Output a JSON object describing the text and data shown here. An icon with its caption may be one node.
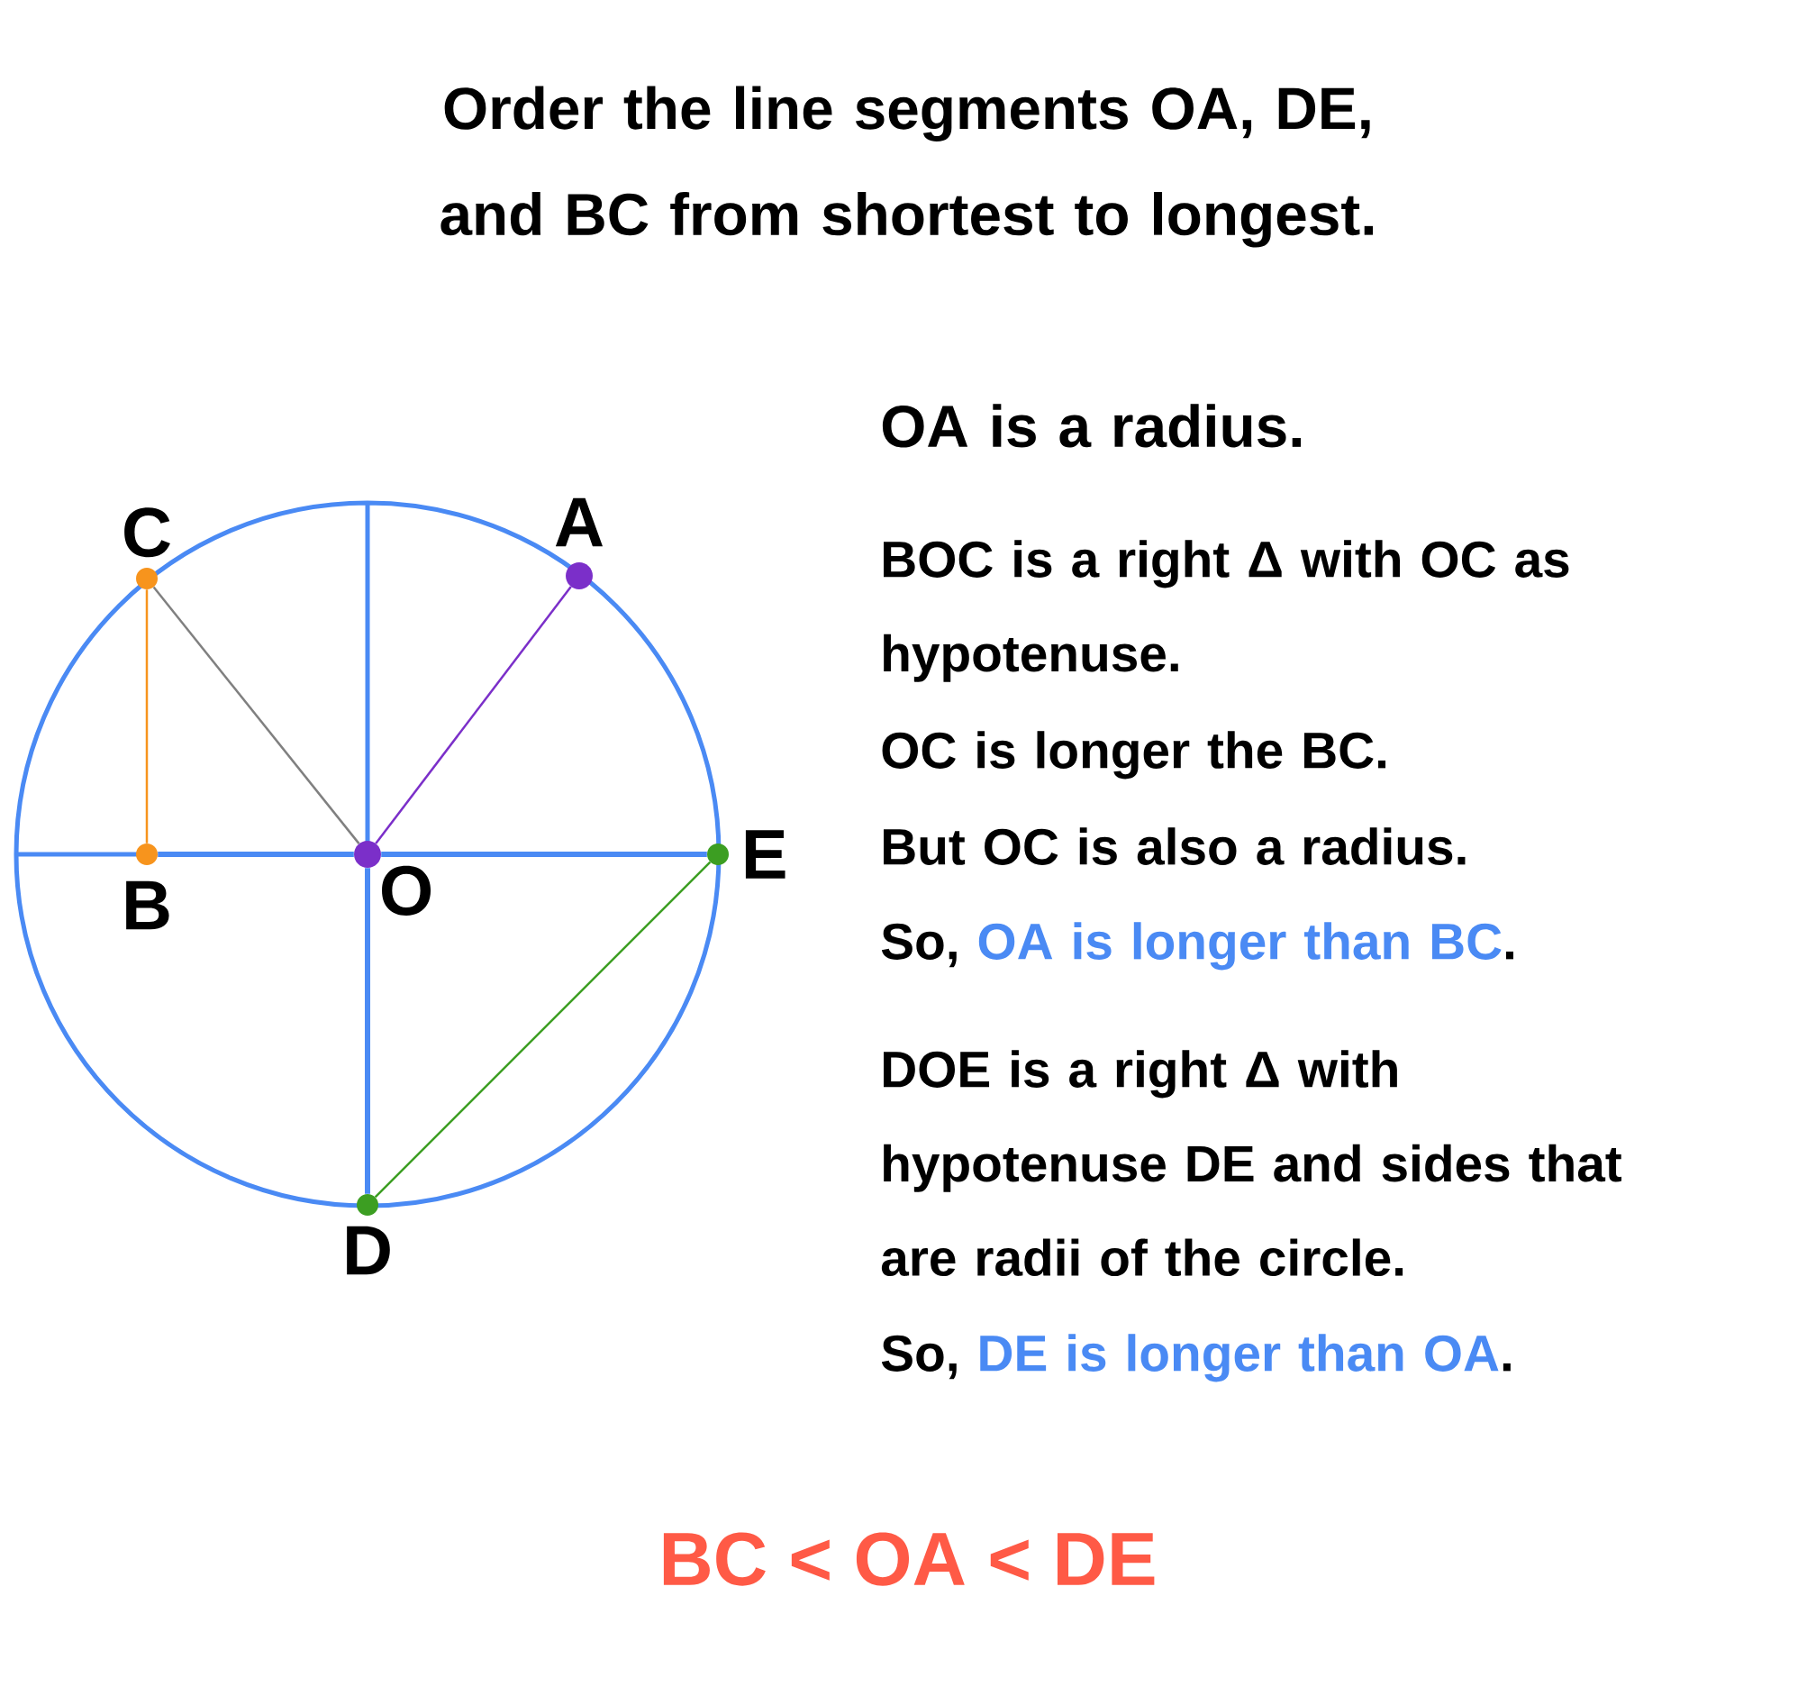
{
  "diagram": {
    "title": "Order the line segments OA, DE, and BC from shortest to longest.",
    "nodes": [
      {
        "text": [
          "C"
        ]
      },
      {
        "text": [
          "A"
        ]
      },
      {
        "text": [
          "E"
        ]
      },
      {
        "text": [
          "B"
        ]
      },
      {
        "text": [
          "O"
        ]
      },
      {
        "text": [
          "D"
        ]
      }
    ],
    "edges": [
      {
        "from": 4,
        "to": 1,
        "arrow": "none",
        "color": "#7b2fc9"
      },
      {
        "from": 4,
        "to": 0,
        "arrow": "none",
        "color": "#808080"
      },
      {
        "from": 0,
        "to": 3,
        "arrow": "none",
        "color": "#f7941d"
      },
      {
        "from": 2,
        "to": 5,
        "arrow": "none",
        "color": "#3c9e22"
      },
      {
        "from": 3,
        "to": 4,
        "arrow": "none",
        "style": "thick",
        "color": "#4a8af4"
      },
      {
        "from": 4,
        "to": 2,
        "arrow": "none",
        "style": "thick",
        "color": "#4a8af4"
      },
      {
        "from": 4,
        "to": 5,
        "arrow": "none",
        "style": "thick",
        "color": "#4a8af4"
      }
    ],
    "labels": [
      "OA is a radius.",
      "BOC is a right Δ with OC as hypotenuse.",
      "OC is longer the BC.",
      "But OC is also a radius.",
      "So,",
      "OA is longer than BC",
      ".",
      "DOE is a right Δ with hypotenuse DE and sides that are radii of the circle.",
      "So,",
      "DE is longer than OA",
      ".",
      "BC < OA < DE"
    ]
  }
}
